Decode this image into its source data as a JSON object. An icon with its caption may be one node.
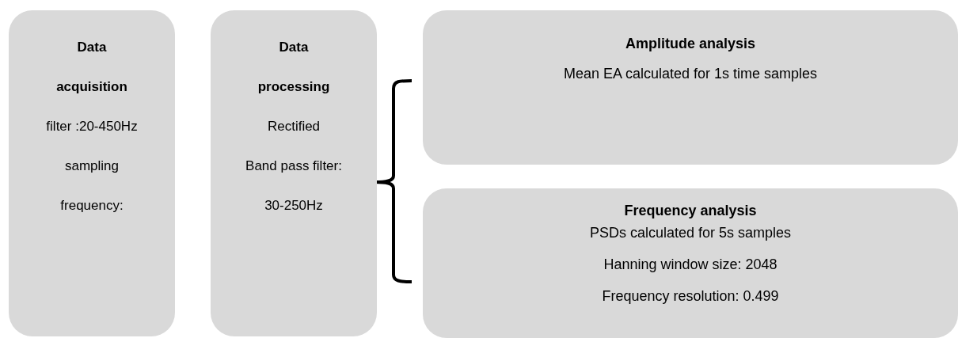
{
  "diagram": {
    "nodes": [
      {
        "text": [
          "Data acquisition",
          "filter :20-450Hz",
          "sampling frequency:"
        ]
      },
      {
        "text": [
          "Data processing",
          "Rectified",
          "Band pass filter: 30-250Hz"
        ]
      },
      {
        "text": [
          "Amplitude analysis",
          "Mean EA calculated for 1s time samples"
        ]
      },
      {
        "text": [
          "Frequency analysis",
          "PSDs calculated for 5s samples",
          "Hanning window size: 2048",
          "Frequency resolution: 0.499"
        ]
      }
    ]
  }
}
